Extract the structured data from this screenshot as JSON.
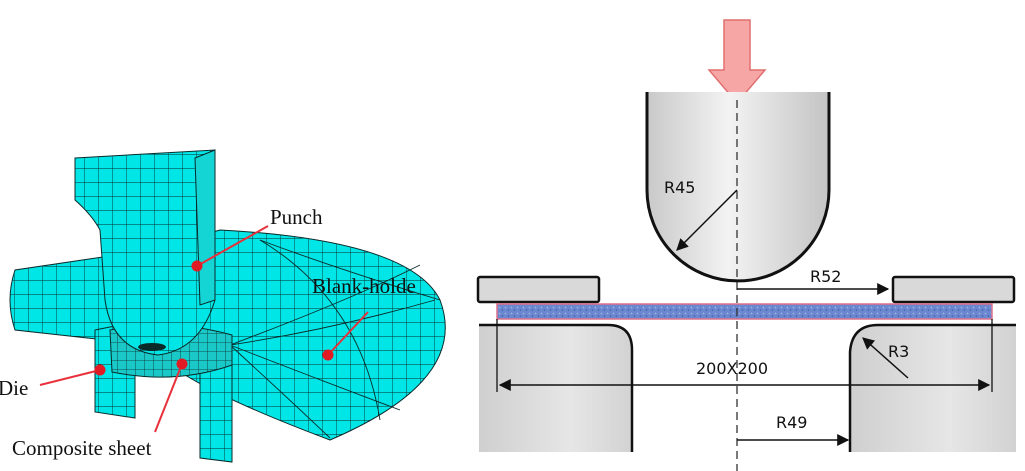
{
  "fe_model": {
    "labels": {
      "punch": "Punch",
      "blank_holder": "Blank-holde",
      "die": "Die",
      "composite_sheet": "Composite sheet"
    }
  },
  "schematic": {
    "dimensions": {
      "punch_radius": "R45",
      "holder_radius": "R52",
      "die_corner_radius": "R3",
      "sheet_size": "200X200",
      "die_radius": "R49"
    }
  },
  "colors": {
    "mesh_fill": "#00e6e6",
    "mesh_line": "#0a2a2a",
    "leader_line": "#e8303a",
    "marker": "#e01b24",
    "arrow_fill": "#f7a6a6",
    "arrow_stroke": "#e06f6f",
    "part_gray": "#d6d6d6",
    "sheet_blue": "#5f7ec9"
  }
}
